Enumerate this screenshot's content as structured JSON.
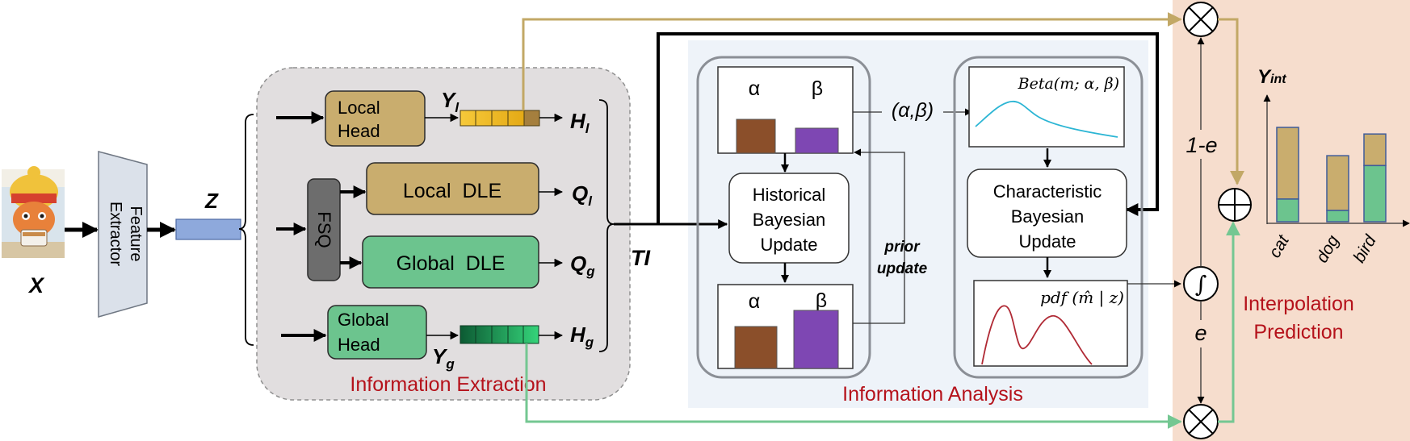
{
  "colors": {
    "tan": "#c9ad6e",
    "tan_line": "#c2a866",
    "green": "#6cc48e",
    "green_line": "#74c792",
    "brown": "#8b4f2a",
    "purple": "#7e47b3",
    "red_text": "#b5121b",
    "panel_gray": "#e1dedf",
    "panel_blue": "#eef3f9",
    "panel_peach": "#f6ddcd",
    "bar_blue": "#8ea9dc",
    "fsq_gray": "#6d6d6d",
    "curve_cyan": "#2bb5d4",
    "curve_red": "#b02a35"
  },
  "input": {
    "label": "X"
  },
  "feature_extractor": {
    "label_line1": "Feature",
    "label_line2": "Extractor"
  },
  "latent": {
    "label": "Z"
  },
  "extraction": {
    "title": "Information Extraction",
    "local_head": {
      "line1": "Local",
      "line2": "Head"
    },
    "global_head": {
      "line1": "Global",
      "line2": "Head"
    },
    "fsq": "FSQ",
    "local_dle": "Local  DLE",
    "global_dle": "Global  DLE",
    "y_l": {
      "base": "Y",
      "sub": "l"
    },
    "y_g": {
      "base": "Y",
      "sub": "g"
    },
    "h_l": {
      "base": "H",
      "sub": "l"
    },
    "h_g": {
      "base": "H",
      "sub": "g"
    },
    "q_l": {
      "base": "Q",
      "sub": "l"
    },
    "q_g": {
      "base": "Q",
      "sub": "g"
    },
    "ti": "TI"
  },
  "analysis": {
    "title": "Information Analysis",
    "alpha": "α",
    "beta": "β",
    "alpha_bottom": "α",
    "beta_bottom": "β",
    "historical_update": {
      "line1": "Historical",
      "line2": "Bayesian",
      "line3": "Update"
    },
    "prior_update": {
      "line1": "prior",
      "line2": "update"
    },
    "alpha_beta": "(α,β)",
    "beta_dist": "Beta(m; α, β)",
    "characteristic_update": {
      "line1": "Characteristic",
      "line2": "Bayesian",
      "line3": "Update"
    },
    "pdf_label": "pdf (m̂ | z)"
  },
  "interpolation": {
    "title_line1": "Interpolation",
    "title_line2": "Prediction",
    "one_minus_e": "1-e",
    "e": "e",
    "integral": "∫",
    "y_int": {
      "base": "Y",
      "sub": "int"
    },
    "categories": [
      "cat",
      "dog",
      "bird"
    ],
    "green_part": [
      0.24,
      0.17,
      0.64
    ],
    "tan_part": [
      0.76,
      0.83,
      0.36
    ],
    "totals": [
      1.0,
      0.7,
      0.93
    ]
  }
}
